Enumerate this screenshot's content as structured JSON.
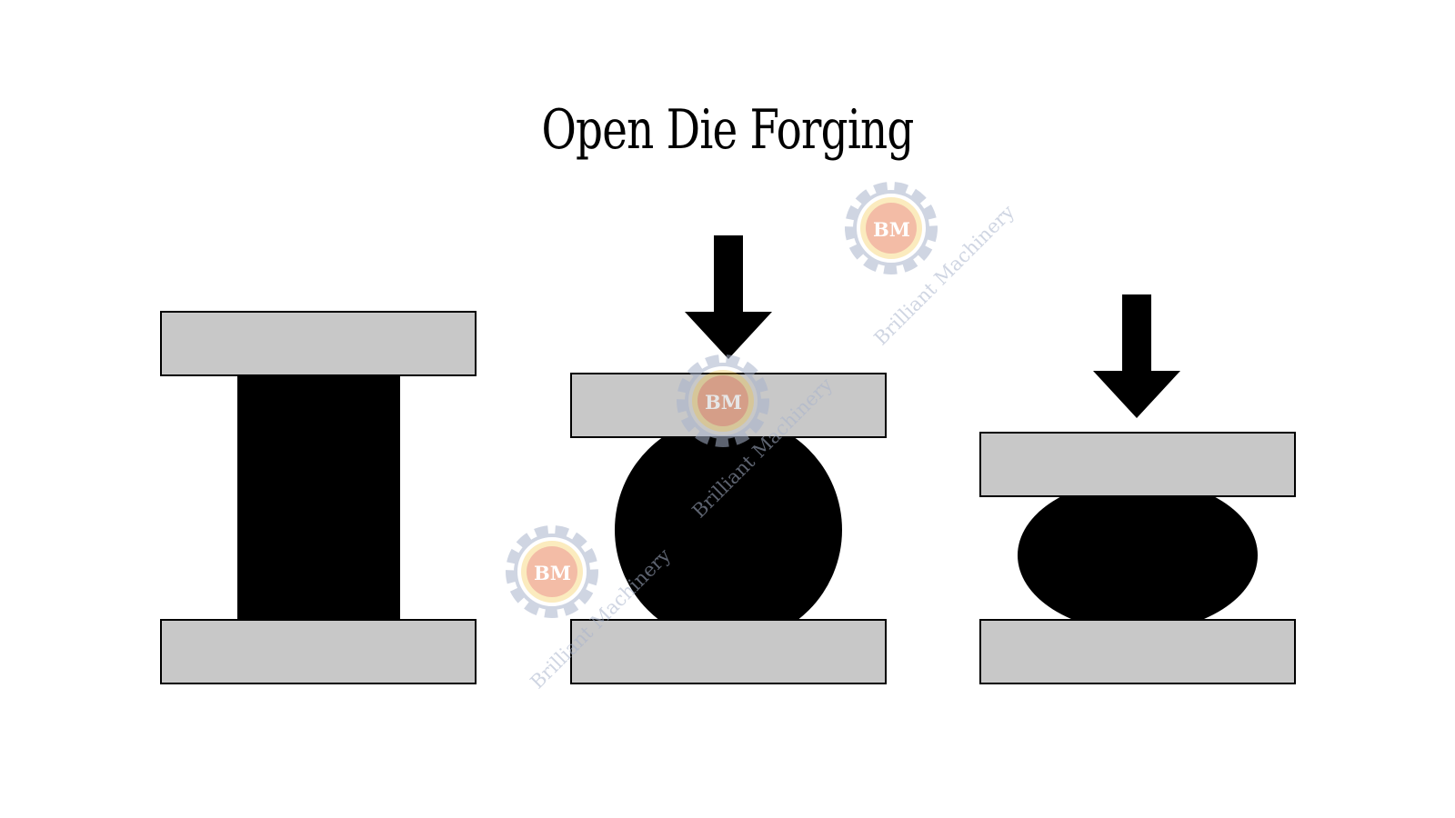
{
  "title": "Open Die Forging",
  "watermark": {
    "brand": "Brilliant Machinery",
    "monogram": "BM"
  },
  "colors": {
    "die": "#c8c8c8",
    "workpiece": "#000000",
    "arrow": "#000000",
    "background": "#ffffff",
    "watermark_gear": "#a9b4cc",
    "watermark_red": "#e0423c",
    "watermark_yellow": "#f2c23a",
    "watermark_text": "#a9b4cc"
  },
  "stages": [
    {
      "id": "stage-1",
      "workpiece": "cylinder",
      "arrow": false
    },
    {
      "id": "stage-2",
      "workpiece": "circle",
      "arrow": true
    },
    {
      "id": "stage-3",
      "workpiece": "flattened",
      "arrow": true
    }
  ]
}
